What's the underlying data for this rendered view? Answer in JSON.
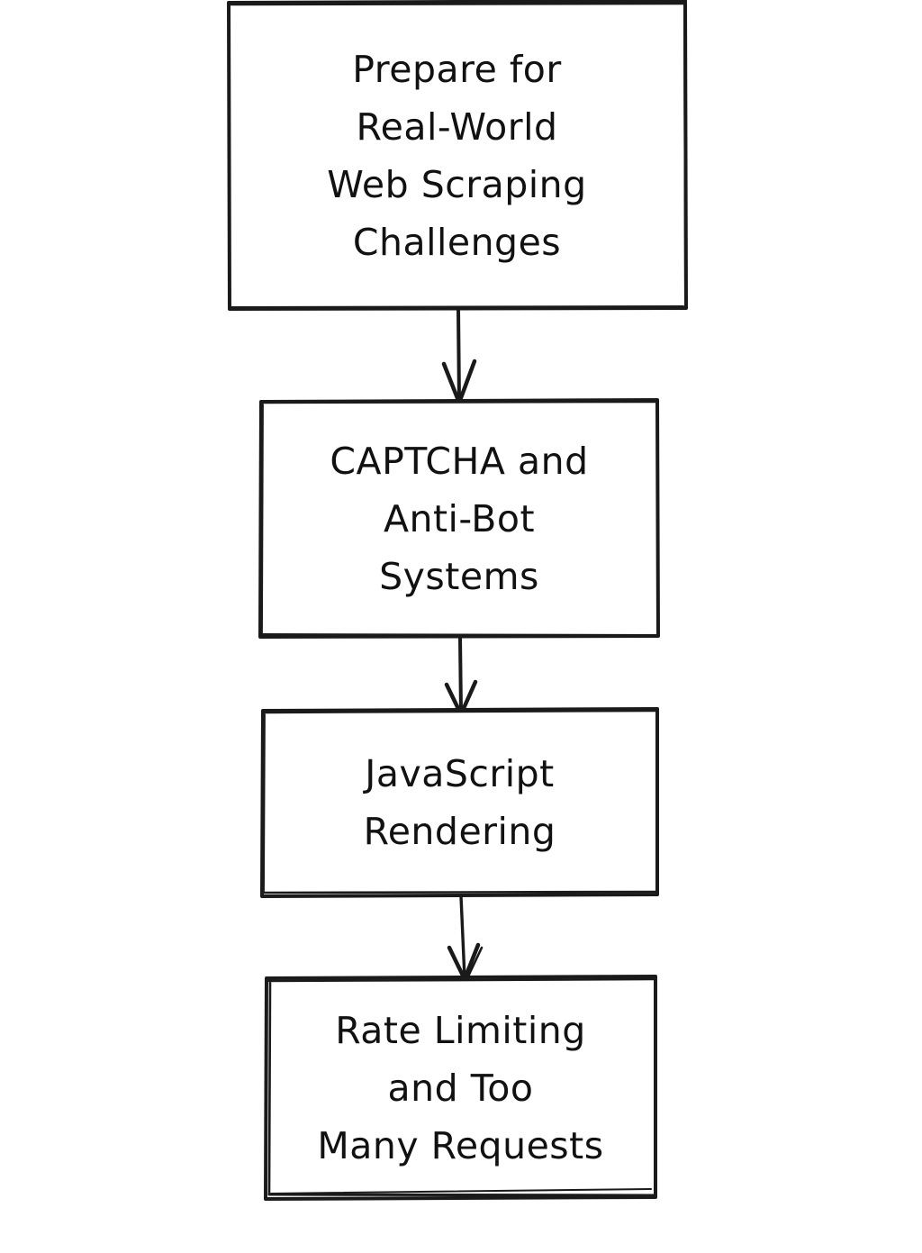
{
  "diagram": {
    "type": "flowchart",
    "orientation": "top-to-bottom",
    "style": "hand-drawn-sketch",
    "background_color": "#ffffff",
    "stroke_color": "#1a1a1a",
    "text_color": "#111111",
    "nodes": [
      {
        "id": "n1",
        "name": "prepare-for-real-world-web-scraping-challenges",
        "lines": [
          "Prepare for",
          "Real-World",
          "Web Scraping",
          "Challenges"
        ],
        "text": "Prepare for Real-World Web Scraping Challenges",
        "shape": "rectangle"
      },
      {
        "id": "n2",
        "name": "captcha-and-anti-bot-systems",
        "lines": [
          "CAPTCHA and",
          "Anti-Bot",
          "Systems"
        ],
        "text": "CAPTCHA and Anti-Bot Systems",
        "shape": "rectangle"
      },
      {
        "id": "n3",
        "name": "javascript-rendering",
        "lines": [
          "JavaScript",
          "Rendering"
        ],
        "text": "JavaScript Rendering",
        "shape": "rectangle"
      },
      {
        "id": "n4",
        "name": "rate-limiting-and-too-many-requests",
        "lines": [
          "Rate Limiting",
          "and Too",
          "Many Requests"
        ],
        "text": "Rate Limiting and Too Many Requests",
        "shape": "rectangle"
      }
    ],
    "edges": [
      {
        "id": "e1",
        "from": "n1",
        "to": "n2",
        "arrowhead": "open-v",
        "label": ""
      },
      {
        "id": "e2",
        "from": "n2",
        "to": "n3",
        "arrowhead": "open-v",
        "label": ""
      },
      {
        "id": "e3",
        "from": "n3",
        "to": "n4",
        "arrowhead": "open-v",
        "label": ""
      }
    ]
  }
}
